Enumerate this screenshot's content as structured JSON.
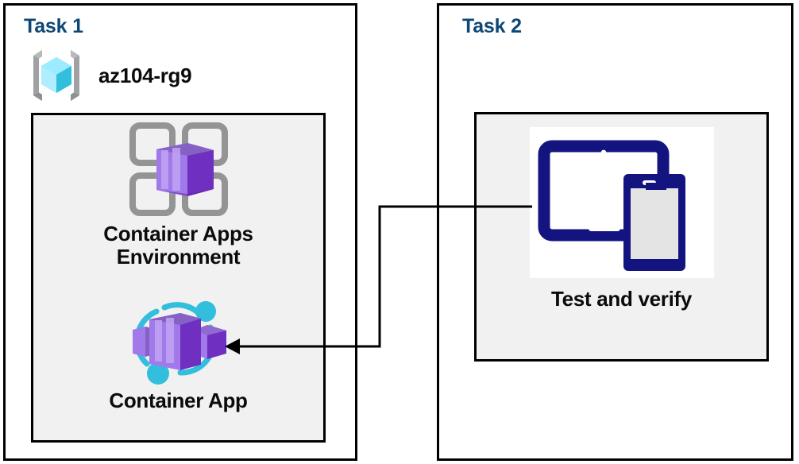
{
  "diagram": {
    "title": "Azure Container Apps task diagram",
    "colors": {
      "panel_border": "#000000",
      "panel_background": "#ffffff",
      "inner_box_background": "#f1f1f1",
      "task_title": "#0e4775",
      "caption_text": "#0b0b0b",
      "connector": "#000000",
      "resource_group_cube": "#50e6ff",
      "resource_group_bracket": "#a0a1a2",
      "container_purple": "#8661c5",
      "container_purple_dark": "#6f2fc0",
      "container_purple_light": "#a179ea",
      "frame_gray": "#949494",
      "orbit_cyan": "#32bedd",
      "device_navy": "#141480",
      "device_screen_gray": "#e4e4e4"
    }
  },
  "task1": {
    "title": "Task 1",
    "resource_group": {
      "icon": "resource-group-icon",
      "label": "az104-rg9"
    },
    "nodes": [
      {
        "icon": "container-apps-environment-icon",
        "caption": "Container Apps\nEnvironment"
      },
      {
        "icon": "container-app-icon",
        "caption": "Container App"
      }
    ]
  },
  "task2": {
    "title": "Task 2",
    "nodes": [
      {
        "icon": "test-and-verify-devices-icon",
        "caption": "Test and verify"
      }
    ]
  },
  "connector": {
    "name": "test-to-container-app-arrow",
    "from": "test-and-verify-devices-icon",
    "to": "container-app-icon",
    "arrow_direction": "left",
    "style": "orthogonal"
  }
}
